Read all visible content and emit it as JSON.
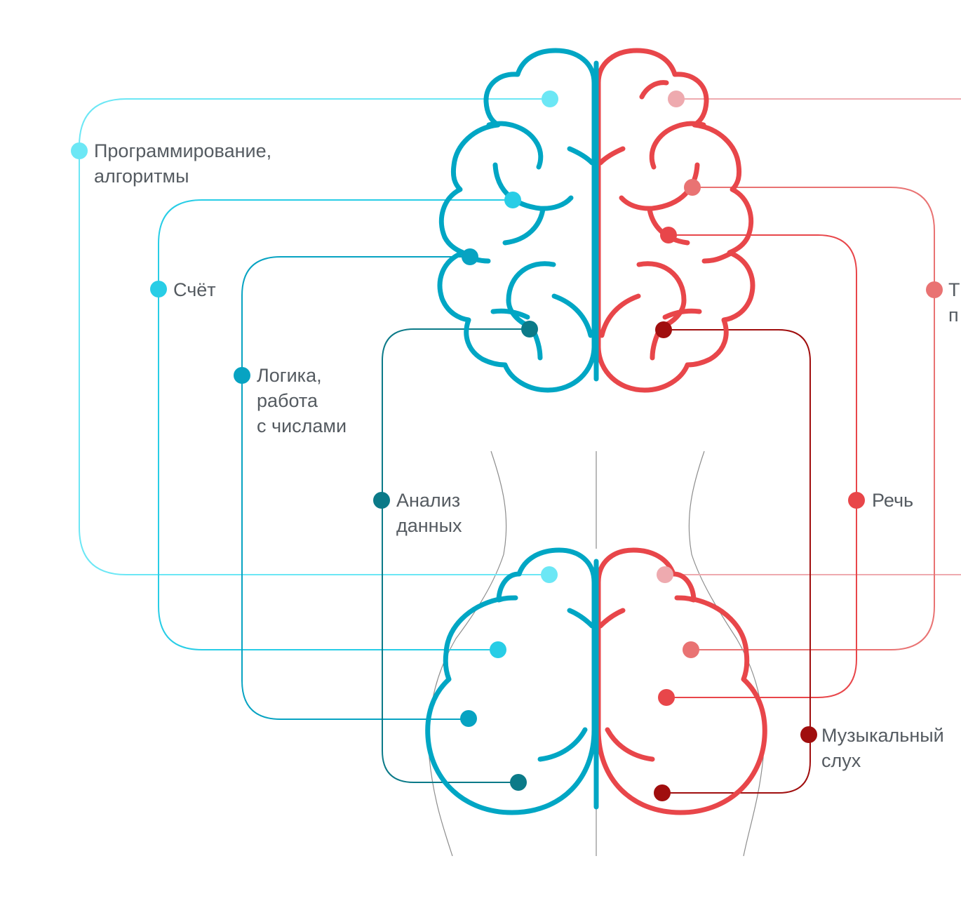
{
  "colors": {
    "left_hemisphere": "#00a6c4",
    "right_hemisphere": "#e8464a",
    "programming": "#6ce7f5",
    "counting": "#28cde6",
    "logic": "#07a3c2",
    "analysis": "#0b7a88",
    "right_top": "#eeaaaf",
    "right_mid": "#e97373",
    "speech": "#e8464a",
    "music": "#a00e0e",
    "label_text": "#555b61",
    "body_outline": "#8d8d8d"
  },
  "labels": {
    "programming": [
      "Программирование,",
      "алгоритмы"
    ],
    "counting": [
      "Счёт"
    ],
    "logic": [
      "Логика,",
      "работа",
      "с числами"
    ],
    "analysis": [
      "Анализ",
      "данных"
    ],
    "speech": [
      "Речь"
    ],
    "music": [
      "Музыкальный",
      "слух"
    ],
    "cut_off": [
      "Т",
      "п"
    ]
  }
}
